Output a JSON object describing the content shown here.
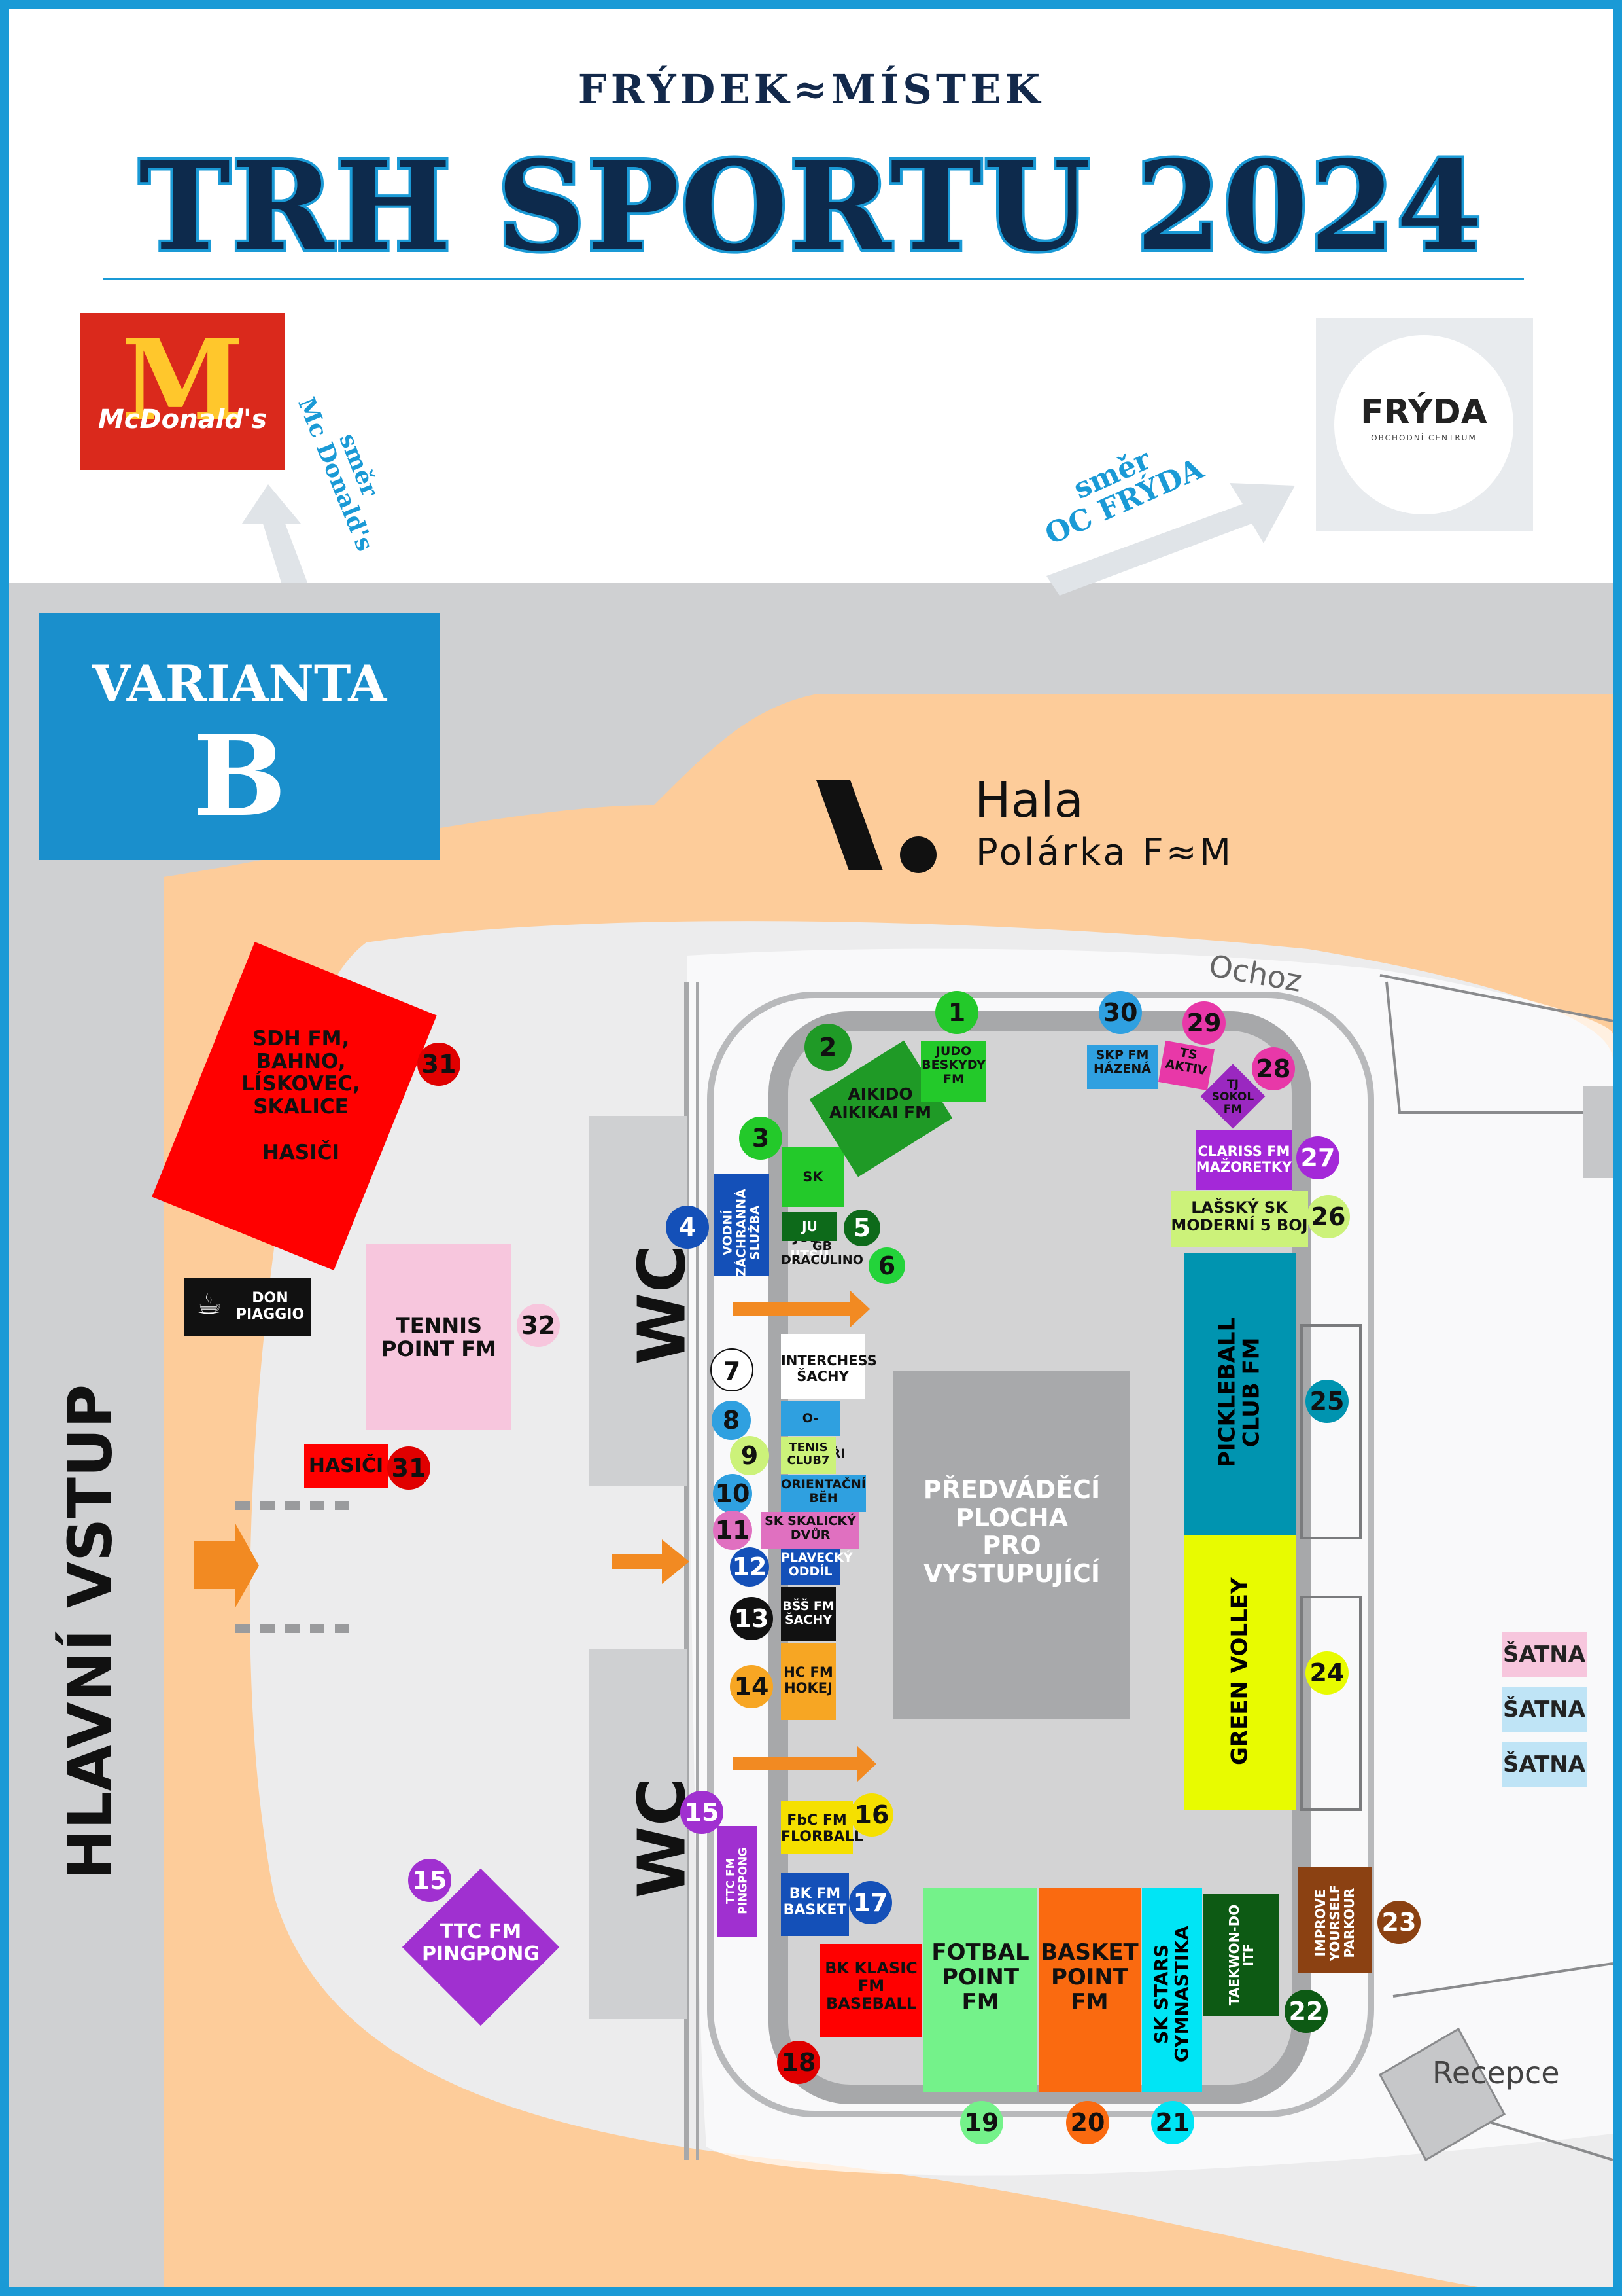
{
  "header": {
    "city": "FRÝDEK≈MÍSTEK",
    "title": "TRH SPORTU 2024"
  },
  "logos": {
    "mcdonalds": "McDonald's",
    "fryda": "FRÝDA",
    "fryda_sub": "OBCHODNÍ CENTRUM"
  },
  "directions": {
    "mcdonalds": "směr\nMc Donald's",
    "fryda": "směr\nOC FRÝDA"
  },
  "variant": {
    "label": "VARIANTA",
    "letter": "B"
  },
  "hall": {
    "name": "Hala",
    "subtitle": "Polárka F≈M"
  },
  "map_labels": {
    "ochoz": "Ochoz",
    "recepce": "Recepce",
    "wc": "WC",
    "main_entrance": "HLAVNÍ VSTUP",
    "center": "PŘEDVÁDĚCÍ\nPLOCHA\nPRO\nVYSTUPUJÍCÍ",
    "satna": "ŠATNA",
    "don_piaggio": "DON\nPIAGGIO"
  },
  "stands": [
    {
      "n": "1",
      "name": "JUDO\nBESKYDY\nFM"
    },
    {
      "n": "2",
      "name": "AIKIDO\nAIKIKAI FM"
    },
    {
      "n": "3",
      "name": "SK JUDO"
    },
    {
      "n": "4",
      "name": "VODNÍ\nZÁCHRANNÁ\nSLUŽBA"
    },
    {
      "n": "5",
      "name": "JU JITSU"
    },
    {
      "n": "6",
      "name": "GB\nDRACULINO"
    },
    {
      "n": "7",
      "name": "INTERCHESS\nŠACHY"
    },
    {
      "n": "8",
      "name": "O-RUNNAŘI"
    },
    {
      "n": "9",
      "name": "TENIS\nCLUB7"
    },
    {
      "n": "10",
      "name": "ORIENTAČNÍ\nBĚH"
    },
    {
      "n": "11",
      "name": "SK SKALICKÝ\nDVŮR"
    },
    {
      "n": "12",
      "name": "PLAVECKÝ\nODDÍL"
    },
    {
      "n": "13",
      "name": "BŠŠ FM\nŠACHY"
    },
    {
      "n": "14",
      "name": "HC FM\nHOKEJ"
    },
    {
      "n": "15",
      "name": "TTC FM\nPINGPONG"
    },
    {
      "n": "16",
      "name": "FbC FM\nFLORBALL"
    },
    {
      "n": "17",
      "name": "BK FM\nBASKET"
    },
    {
      "n": "18",
      "name": "BK KLASIC\nFM\nBASEBALL"
    },
    {
      "n": "19",
      "name": "FOTBAL\nPOINT\nFM"
    },
    {
      "n": "20",
      "name": "BASKET\nPOINT\nFM"
    },
    {
      "n": "21",
      "name": "SK STARS\nGYMNASTIKA"
    },
    {
      "n": "22",
      "name": "TAEKWON-DO\nITF"
    },
    {
      "n": "23",
      "name": "IMPROVE\nYOURSELF\nPARKOUR"
    },
    {
      "n": "24",
      "name": "GREEN VOLLEY"
    },
    {
      "n": "25",
      "name": "PICKLEBALL\nCLUB FM"
    },
    {
      "n": "26",
      "name": "LAŠSKÝ SK\nMODERNÍ 5 BOJ"
    },
    {
      "n": "27",
      "name": "CLARISS FM\nMAŽORETKY"
    },
    {
      "n": "28",
      "name": "TJ\nSOKOL\nFM"
    },
    {
      "n": "29",
      "name": "TS\nAKTIV"
    },
    {
      "n": "30",
      "name": "SKP FM\nHÁZENÁ"
    },
    {
      "n": "31",
      "name": "SDH FM,\nBAHNO,\nLÍSKOVEC,\nSKALICE\n\nHASIČI"
    },
    {
      "n": "31",
      "name": "HASIČI"
    },
    {
      "n": "32",
      "name": "TENNIS\nPOINT FM"
    }
  ],
  "colors": {
    "brand_blue": "#1a9ad6",
    "title_navy": "#0d2a4c",
    "outer_ground": "#fdcc9a",
    "road": "#cfd0d2",
    "arena_floor": "#d3d3d4",
    "arrow": "#f28a22"
  }
}
